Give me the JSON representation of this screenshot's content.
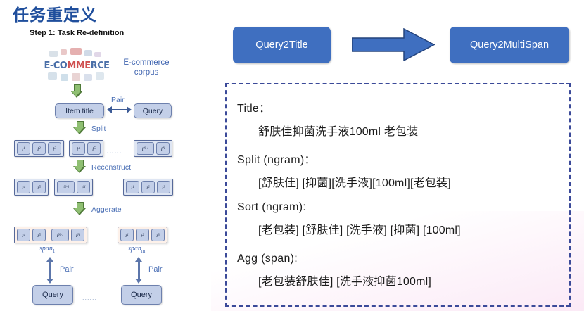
{
  "slide": {
    "title": "任务重定义",
    "step_title": "Step 1: Task Re-definition"
  },
  "left_diagram": {
    "logo_text_parts": [
      "E-",
      "CO",
      "MME",
      "RCE"
    ],
    "corpus_label": "E-commerce corpus",
    "item_title_box": "Item title",
    "query_box_top": "Query",
    "pair_label_top": "Pair",
    "arrow_labels": {
      "split": "Split",
      "reconstruct": "Reconstruct",
      "aggerate": "Aggerate"
    },
    "split_row": {
      "groups": [
        {
          "tokens": [
            "i1",
            "i2",
            "i3"
          ]
        },
        {
          "tokens": [
            "i4",
            "i5"
          ]
        },
        {
          "tokens": [
            "iN-1",
            "iN"
          ]
        }
      ],
      "ellipsis": "......"
    },
    "reconstruct_row": {
      "groups": [
        {
          "tokens": [
            "i4",
            "i5"
          ]
        },
        {
          "tokens": [
            "iN-1",
            "iN"
          ]
        },
        {
          "tokens": [
            "i1",
            "i2",
            "i3"
          ]
        }
      ],
      "ellipsis": "......"
    },
    "aggregate_row": {
      "groups": [
        {
          "tokens": [
            "i4",
            "i5",
            "iN-1",
            "iN"
          ],
          "label": "span1"
        },
        {
          "tokens": [
            "i1",
            "i2",
            "i3"
          ],
          "label": "spanm"
        }
      ],
      "ellipsis": "......"
    },
    "span_labels": {
      "first": "span",
      "first_sub": "1",
      "last": "span",
      "last_sub": "m"
    },
    "pair_labels_bottom": [
      "Pair",
      "Pair"
    ],
    "query_boxes_bottom": [
      "Query",
      "Query"
    ],
    "bottom_ellipsis": "......"
  },
  "right_panel": {
    "from_pill": "Query2Title",
    "to_pill": "Query2MultiSpan",
    "example": [
      {
        "heading": "Title：",
        "body": "舒肤佳抑菌洗手液100ml 老包装"
      },
      {
        "heading": "Split (ngram)：",
        "body": "[舒肤佳] [抑菌][洗手液][100ml][老包装]"
      },
      {
        "heading": "Sort (ngram):",
        "body": "[老包装] [舒肤佳] [洗手液] [抑菌] [100ml]"
      },
      {
        "heading": "Agg (span):",
        "body": "[老包装舒肤佳] [洗手液抑菌100ml]"
      }
    ]
  },
  "colors": {
    "title_blue": "#1f4e9c",
    "pill_blue": "#3f6fc0",
    "node_blue": "#c3cfe8",
    "node_border": "#6d80ad",
    "arrow_green": "#8fbf72",
    "dash_border": "#3b4a99",
    "label_blue": "#4a6fb5"
  }
}
